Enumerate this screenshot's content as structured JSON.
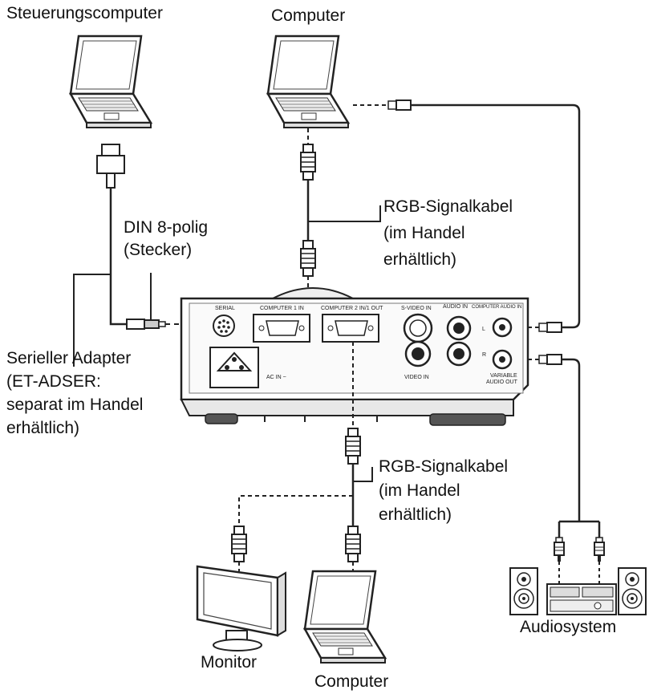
{
  "labels": {
    "control_computer": "Steuerungscomputer",
    "computer_top": "Computer",
    "rgb_cable_top": [
      "RGB-Signalkabel",
      "(im Handel",
      "erhältlich)"
    ],
    "din": [
      "DIN 8-polig",
      "(Stecker)"
    ],
    "serial_adapter": [
      "Serieller Adapter",
      "(ET-ADSER:",
      "separat im Handel",
      "erhältlich)"
    ],
    "rgb_cable_bottom": [
      "RGB-Signalkabel",
      "(im Handel",
      "erhältlich)"
    ],
    "monitor": "Monitor",
    "computer_bottom": "Computer",
    "audio_system": "Audiosystem"
  },
  "panel": {
    "serial": "SERIAL",
    "computer1_in": "COMPUTER 1 IN",
    "computer2_in_out": "COMPUTER 2 IN/1 OUT",
    "svideo_in": "S-VIDEO IN",
    "audio_in": "AUDIO IN",
    "computer_audio_in": "COMPUTER AUDIO IN",
    "ac_in": "AC IN ~",
    "video_in": "VIDEO IN",
    "variable_audio_out": [
      "VARIABLE",
      "AUDIO OUT"
    ],
    "l": "L",
    "r": "R"
  }
}
